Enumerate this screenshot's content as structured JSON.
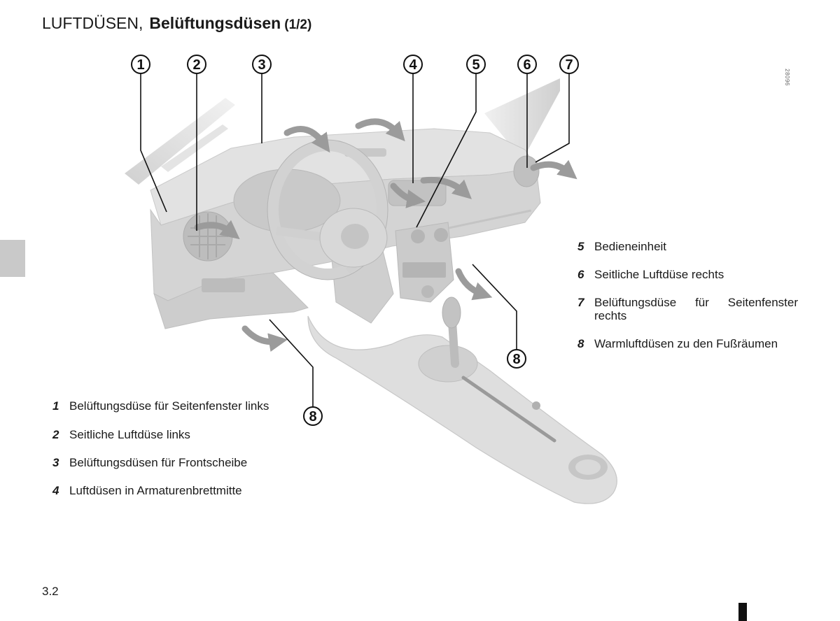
{
  "page": {
    "title_main": "LUFTDÜSEN,",
    "title_sub": "Belüftungsdüsen",
    "title_part": "(1/2)",
    "page_number": "3.2",
    "image_code": "28096"
  },
  "callouts": [
    "1",
    "2",
    "3",
    "4",
    "5",
    "6",
    "7",
    "8",
    "8"
  ],
  "legend_left": [
    {
      "num": "1",
      "text": "Belüftungsdüse für Seitenfenster links"
    },
    {
      "num": "2",
      "text": "Seitliche Luftdüse links"
    },
    {
      "num": "3",
      "text": "Belüftungsdüsen für Frontscheibe"
    },
    {
      "num": "4",
      "text": "Luftdüsen in Armaturenbrettmitte"
    }
  ],
  "legend_right": [
    {
      "num": "5",
      "text": "Bedieneinheit"
    },
    {
      "num": "6",
      "text": "Seitliche Luftdüse rechts"
    },
    {
      "num": "7",
      "text": "Belüftungsdüse für Seitenfenster rechts"
    },
    {
      "num": "8",
      "text": "Warmluftdüsen zu den Fußräumen"
    }
  ],
  "colors": {
    "text": "#1a1a1a",
    "illustration_gray": "#d4d4d4",
    "arrow_gray": "#9b9b9b",
    "section_tab": "#c9c9c9"
  }
}
